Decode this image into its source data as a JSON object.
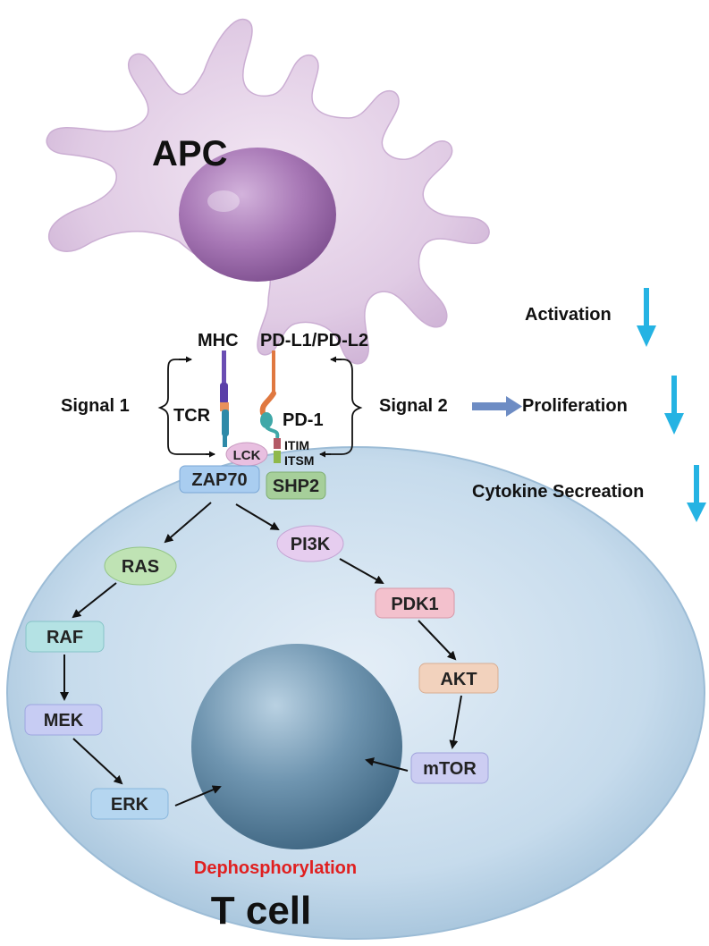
{
  "apc_label": "APC",
  "tcell_label": "T cell",
  "dephosphorylation": "Dephosphorylation",
  "receptors": {
    "mhc": "MHC",
    "pdl": "PD-L1/PD-L2",
    "tcr": "TCR",
    "pd1": "PD-1",
    "itim": "ITIM",
    "itsm": "ITSM"
  },
  "signals": {
    "signal1": "Signal 1",
    "signal2": "Signal 2"
  },
  "effects": {
    "activation": "Activation",
    "proliferation": "Proliferation",
    "cytokine": "Cytokine Secreation"
  },
  "nodes": {
    "lck": "LCK",
    "zap70": "ZAP70",
    "shp2": "SHP2",
    "ras": "RAS",
    "raf": "RAF",
    "mek": "MEK",
    "erk": "ERK",
    "pi3k": "PI3K",
    "pdk1": "PDK1",
    "akt": "AKT",
    "mtor": "mTOR"
  },
  "colors": {
    "apc_body": "#e3cfe6",
    "apc_nucleus": "#a777b5",
    "tcell_body": "#c9dced",
    "tcell_nucleus": "#5f87a3",
    "down_arrow": "#25b3e3",
    "dephosphorylation": "#e02020"
  }
}
